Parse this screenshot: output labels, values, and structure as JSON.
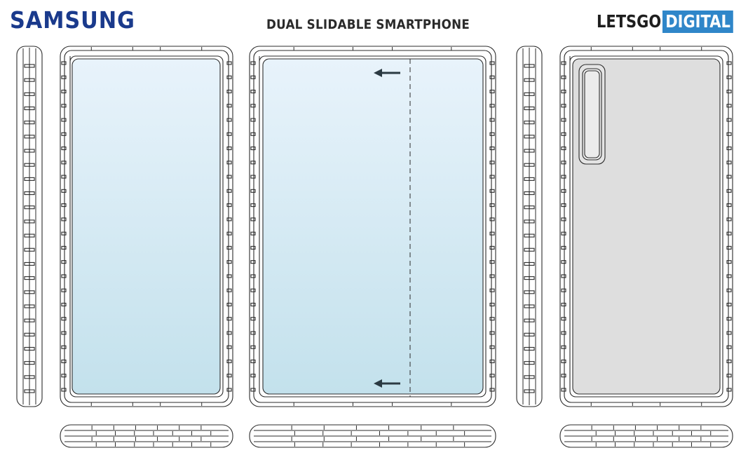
{
  "header": {
    "brand": "SAMSUNG",
    "title": "DUAL SLIDABLE SMARTPHONE",
    "logo_part1": "LETSGO",
    "logo_part2": "DIGITAL"
  },
  "colors": {
    "brand": "#1a3a8c",
    "logo_accent": "#2f86c9",
    "screen_top": "#e8f3fb",
    "screen_bottom": "#c3e1ec",
    "back_panel": "#dedede",
    "line": "#2b2b2b",
    "arrow": "#2b3a42"
  },
  "figures": [
    {
      "name": "side-view-left",
      "kind": "side"
    },
    {
      "name": "front-view-closed",
      "kind": "front"
    },
    {
      "name": "front-view-expanded",
      "kind": "front-slide",
      "arrow_direction": "left",
      "arrow_count": 2
    },
    {
      "name": "side-view-right",
      "kind": "side"
    },
    {
      "name": "rear-view",
      "kind": "rear",
      "camera_icon": "camera-module-icon"
    },
    {
      "name": "bottom-view-closed",
      "kind": "bottom"
    },
    {
      "name": "bottom-view-expanded",
      "kind": "bottom"
    },
    {
      "name": "bottom-view-rear",
      "kind": "bottom"
    }
  ]
}
